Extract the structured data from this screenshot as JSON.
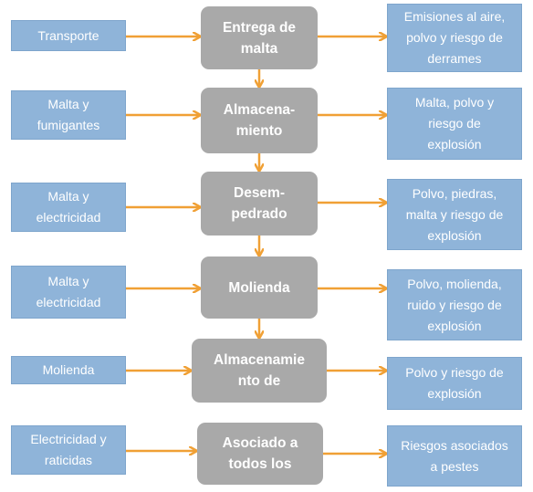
{
  "colors": {
    "input_fill": "#8fb4d9",
    "output_fill": "#8fb4d9",
    "process_fill": "#a9a9a9",
    "arrow": "#f0a035",
    "text": "#ffffff"
  },
  "rows": [
    {
      "input": "Transporte",
      "process": "Entrega de\nmalta",
      "output": "Emisiones al aire,\npolvo y riesgo de\nderrames"
    },
    {
      "input": "Malta y\nfumigantes",
      "process": "Almacena-\nmiento",
      "output": "Malta, polvo y\nriesgo de\nexplosión"
    },
    {
      "input": "Malta y\nelectricidad",
      "process": "Desem-\npedrado",
      "output": "Polvo, piedras,\nmalta y riesgo de\nexplosión"
    },
    {
      "input": "Malta y\nelectricidad",
      "process": "Molienda",
      "output": "Polvo, molienda,\nruido y riesgo de\nexplosión"
    },
    {
      "input": "Molienda",
      "process": "Almacenamie\nnto de",
      "output": "Polvo y riesgo de\nexplosión"
    },
    {
      "input": "Electricidad y\nraticidas",
      "process": "Asociado a\ntodos los",
      "output": "Riesgos asociados\na pestes"
    }
  ]
}
